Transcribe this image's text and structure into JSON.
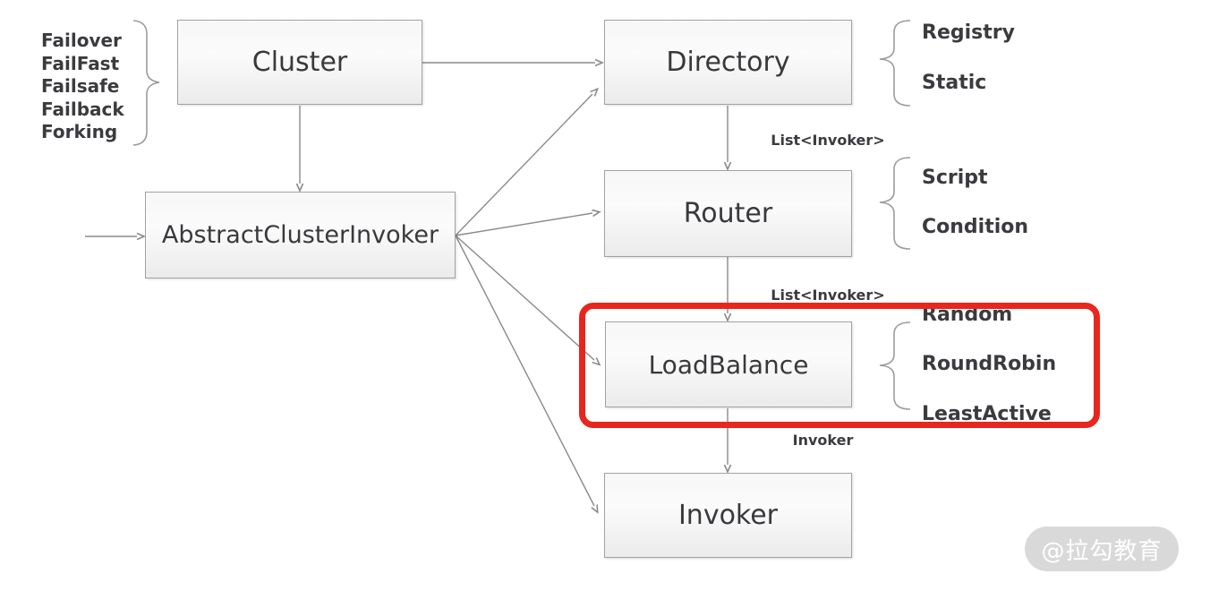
{
  "diagram": {
    "title_hidden": "",
    "nodes": {
      "cluster": {
        "label": "Cluster"
      },
      "abstract": {
        "label": "AbstractClusterInvoker"
      },
      "directory": {
        "label": "Directory"
      },
      "router": {
        "label": "Router"
      },
      "loadbalance": {
        "label": "LoadBalance"
      },
      "invoker": {
        "label": "Invoker"
      }
    },
    "cluster_strategies": [
      "Failover",
      "FailFast",
      "Failsafe",
      "Failback",
      "Forking"
    ],
    "directory_types": [
      "Registry",
      "Static"
    ],
    "router_types": [
      "Script",
      "Condition"
    ],
    "loadbalance_types": [
      "Random",
      "RoundRobin",
      "LeastActive"
    ],
    "edge_labels": {
      "directory_to_router": "List<Invoker>",
      "router_to_loadbalance": "List<Invoker>",
      "loadbalance_to_invoker": "Invoker"
    },
    "watermark": "@拉勾教育",
    "colors": {
      "highlight_red": "#e8261d",
      "line_gray": "#8a8a8a",
      "box_border": "#a2a2a2",
      "text": "#3a3a3e",
      "watermark_bg": "#d9d9d9"
    }
  }
}
